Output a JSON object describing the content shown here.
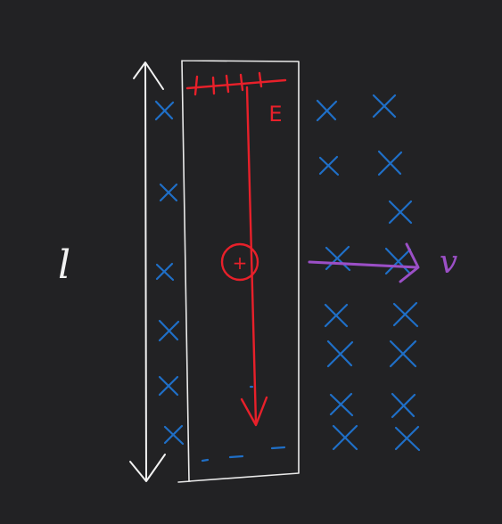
{
  "colors": {
    "background": "#222224",
    "conductor_outline": "#e9e9e9",
    "length_arrow": "#f2f2f2",
    "field_marks": "#1f6fc7",
    "electric_field": "#e8202a",
    "velocity_arrow": "#9b4fc6"
  },
  "labels": {
    "length": "l",
    "field": "E",
    "charge": "+",
    "velocity": "v"
  }
}
